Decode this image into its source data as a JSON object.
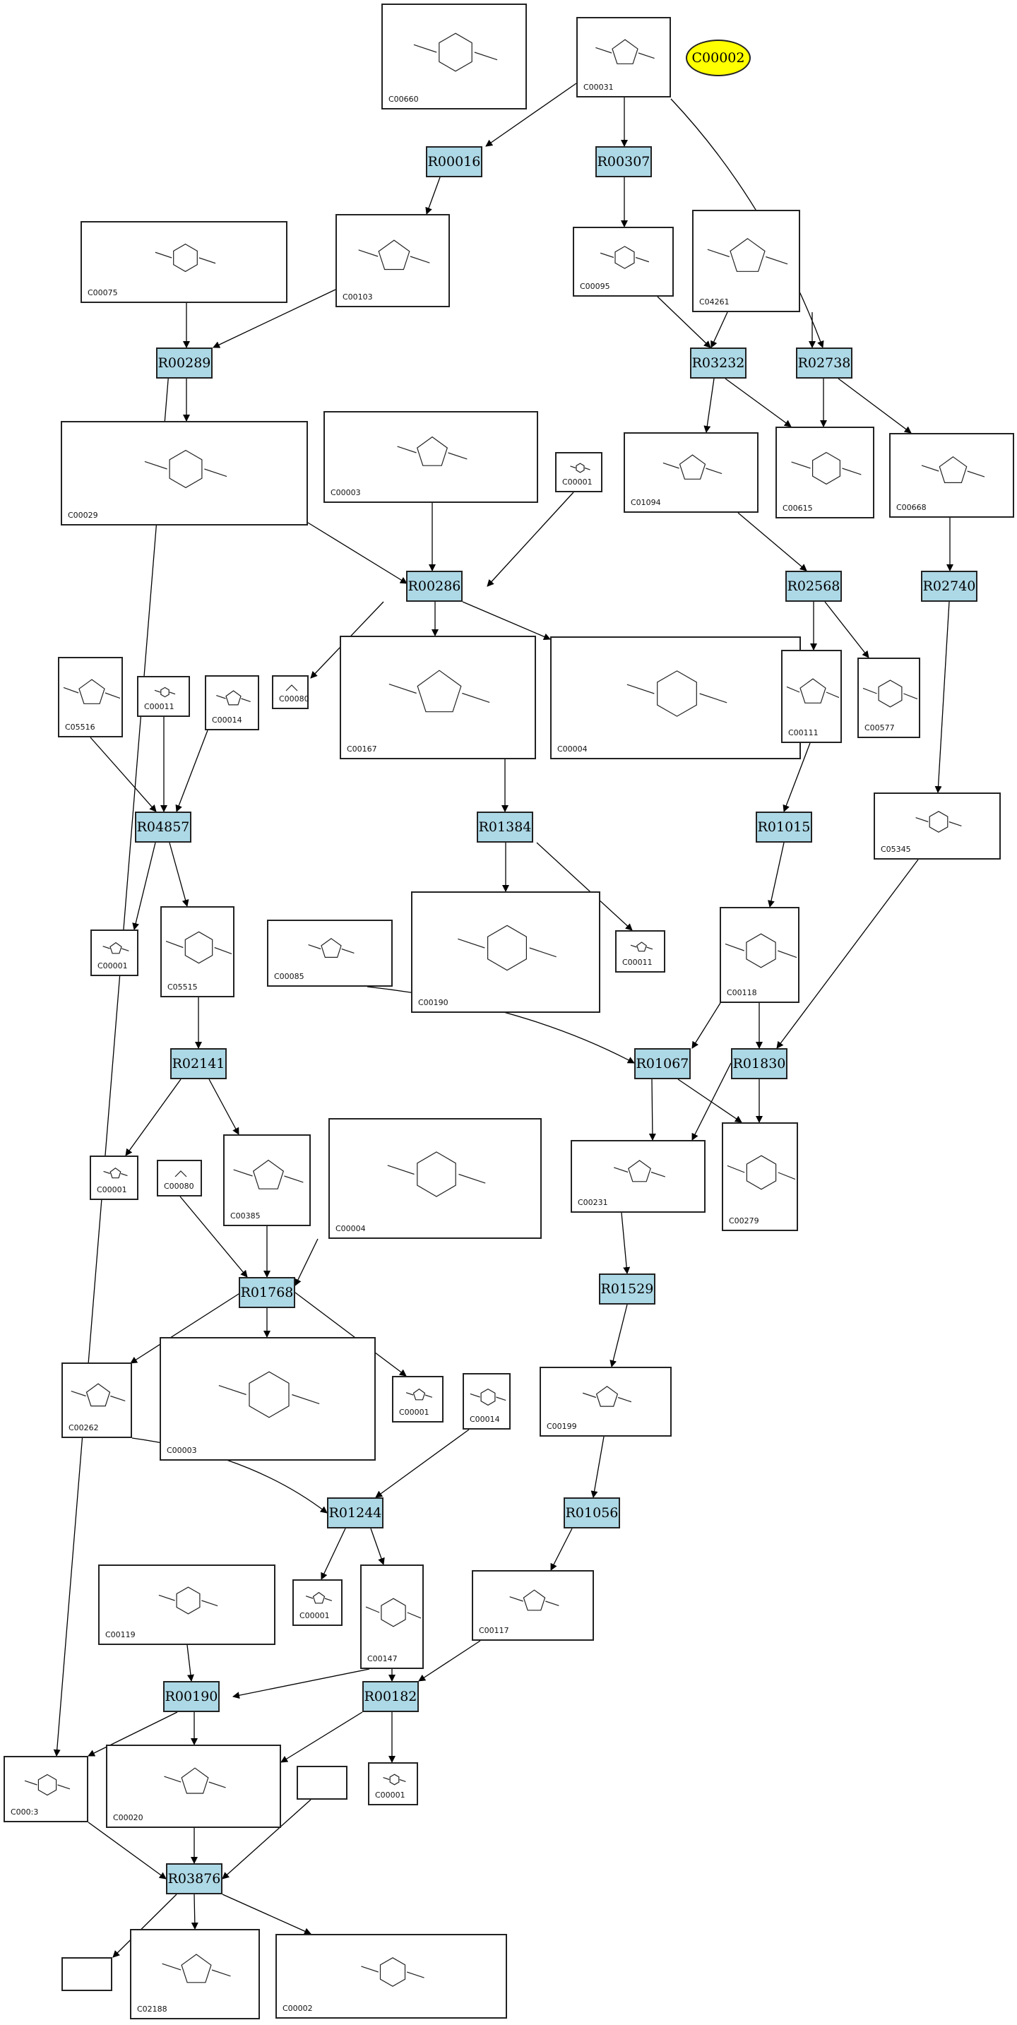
{
  "diagram": {
    "reactions": [
      "R00016",
      "R00307",
      "R00289",
      "R03232",
      "R02738",
      "R00286",
      "R02568",
      "R02740",
      "R04857",
      "R01384",
      "R01015",
      "R02141",
      "R01067",
      "R01830",
      "R01768",
      "R01529",
      "R01244",
      "R01056",
      "R00190",
      "R00182",
      "R03876"
    ],
    "compounds": [
      "C00660",
      "C00031",
      "C00075",
      "C00103",
      "C00095",
      "C04261",
      "C00029",
      "C00003",
      "C00001",
      "C01094",
      "C00615",
      "C00668",
      "C00080",
      "C00167",
      "C00004",
      "C00111",
      "C00577",
      "C05516",
      "C00011",
      "C00014",
      "C05345",
      "C00001",
      "C05515",
      "C00085",
      "C00190",
      "C00011",
      "C00118",
      "C00001",
      "C00080",
      "C00385",
      "C00004",
      "C00231",
      "C00279",
      "C00262",
      "C00003",
      "C00001",
      "C00014",
      "C00199",
      "C00119",
      "C00001",
      "C00147",
      "C00117",
      "C000:3",
      "C00020",
      "C00001",
      "C02188",
      "C00002"
    ],
    "highlight": {
      "label": "C00002",
      "color": "#ffff00"
    },
    "reaction_color": "#add8e6"
  }
}
